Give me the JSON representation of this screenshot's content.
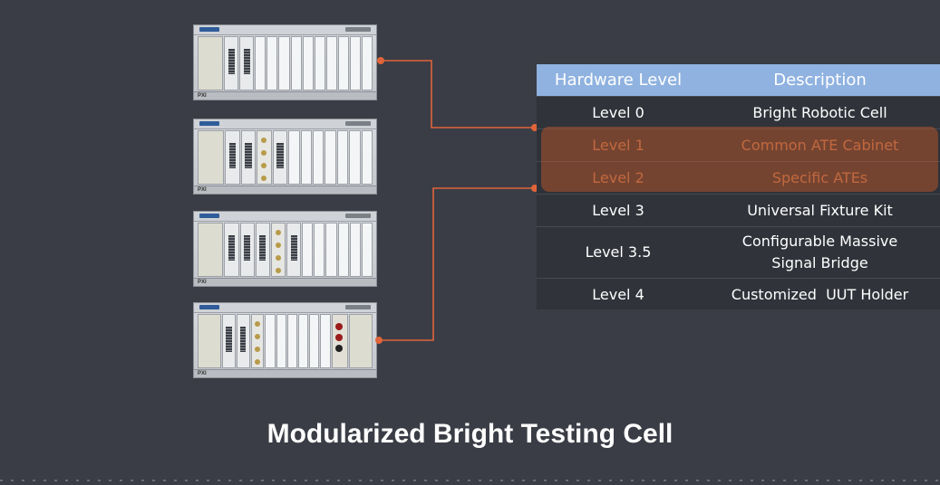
{
  "table": {
    "headers": [
      "Hardware Level",
      "Description"
    ],
    "rows": [
      {
        "level": "Level 0",
        "description": "Bright Robotic Cell"
      },
      {
        "level": "Level 1",
        "description": "Common ATE Cabinet"
      },
      {
        "level": "Level 2",
        "description": "Specific ATEs"
      },
      {
        "level": "Level 3",
        "description": "Universal Fixture Kit"
      },
      {
        "level": "Level 3.5",
        "description": "Configurable Massive Signal Bridge"
      },
      {
        "level": "Level 4",
        "description": "Customized  UUT Holder"
      }
    ]
  },
  "chassis": {
    "label": "PXI"
  },
  "title": "Modularized Bright Testing Cell",
  "colors": {
    "background": "#3a3d45",
    "header": "#8fb2e0",
    "accent": "#e0643a",
    "highlight_text": "#d58056"
  }
}
